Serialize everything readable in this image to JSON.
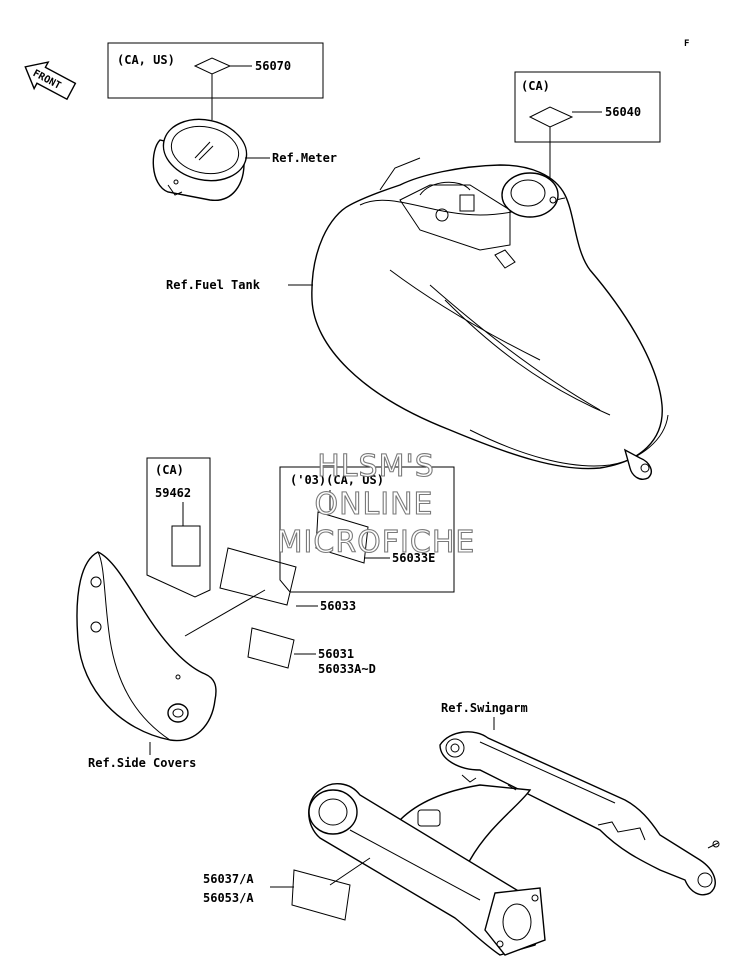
{
  "corner_mark": "F",
  "front_arrow": {
    "text": "FRONT",
    "icon": "front-arrow-icon"
  },
  "boxes": {
    "meter_label": {
      "region": "(CA, US)",
      "part": "56070"
    },
    "tank_label": {
      "region": "(CA)",
      "part": "56040"
    },
    "side_label": {
      "region": "(CA)",
      "part": "59462"
    },
    "year_label": {
      "region": "('03)(CA, US)",
      "part": "56033E"
    }
  },
  "callouts": {
    "ref_meter": "Ref.Meter",
    "ref_fuel_tank": "Ref.Fuel Tank",
    "part_56033": "56033",
    "part_56031": "56031",
    "part_56033a_d": "56033A~D",
    "ref_side_covers": "Ref.Side Covers",
    "ref_swingarm": "Ref.Swingarm",
    "part_56037a": "56037/A",
    "part_56053a": "56053/A"
  },
  "watermark": {
    "line1": "HLSM'S",
    "line2": "ONLINE",
    "line3": "MICROFICHE"
  }
}
